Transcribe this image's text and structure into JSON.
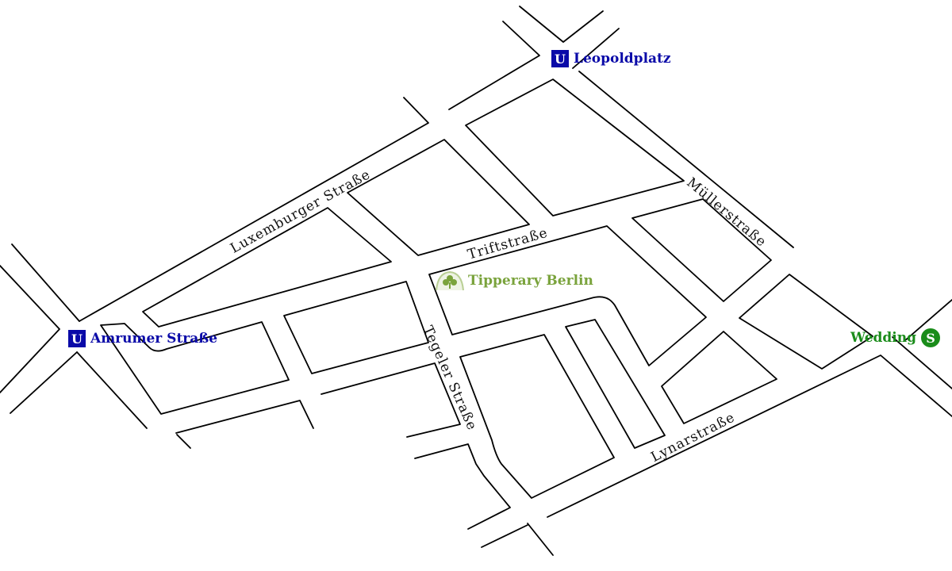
{
  "streets": [
    "Luxemburger Straße",
    "Triftstraße",
    "Müllerstraße",
    "Tegeler Straße",
    "Lynarstraße"
  ],
  "stations": {
    "leopoldplatz": {
      "badge": "U",
      "name": "Leopoldplatz"
    },
    "amrumer": {
      "badge": "U",
      "name": "Amrumer Straße"
    },
    "wedding": {
      "badge": "S",
      "name": "Wedding"
    }
  },
  "poi": {
    "name": "Tipperary Berlin",
    "icon": "shamrock-icon"
  },
  "colors": {
    "ubahn": "#0a0aa8",
    "sbahn": "#1a8c1a",
    "poi": "#7aa33c"
  }
}
